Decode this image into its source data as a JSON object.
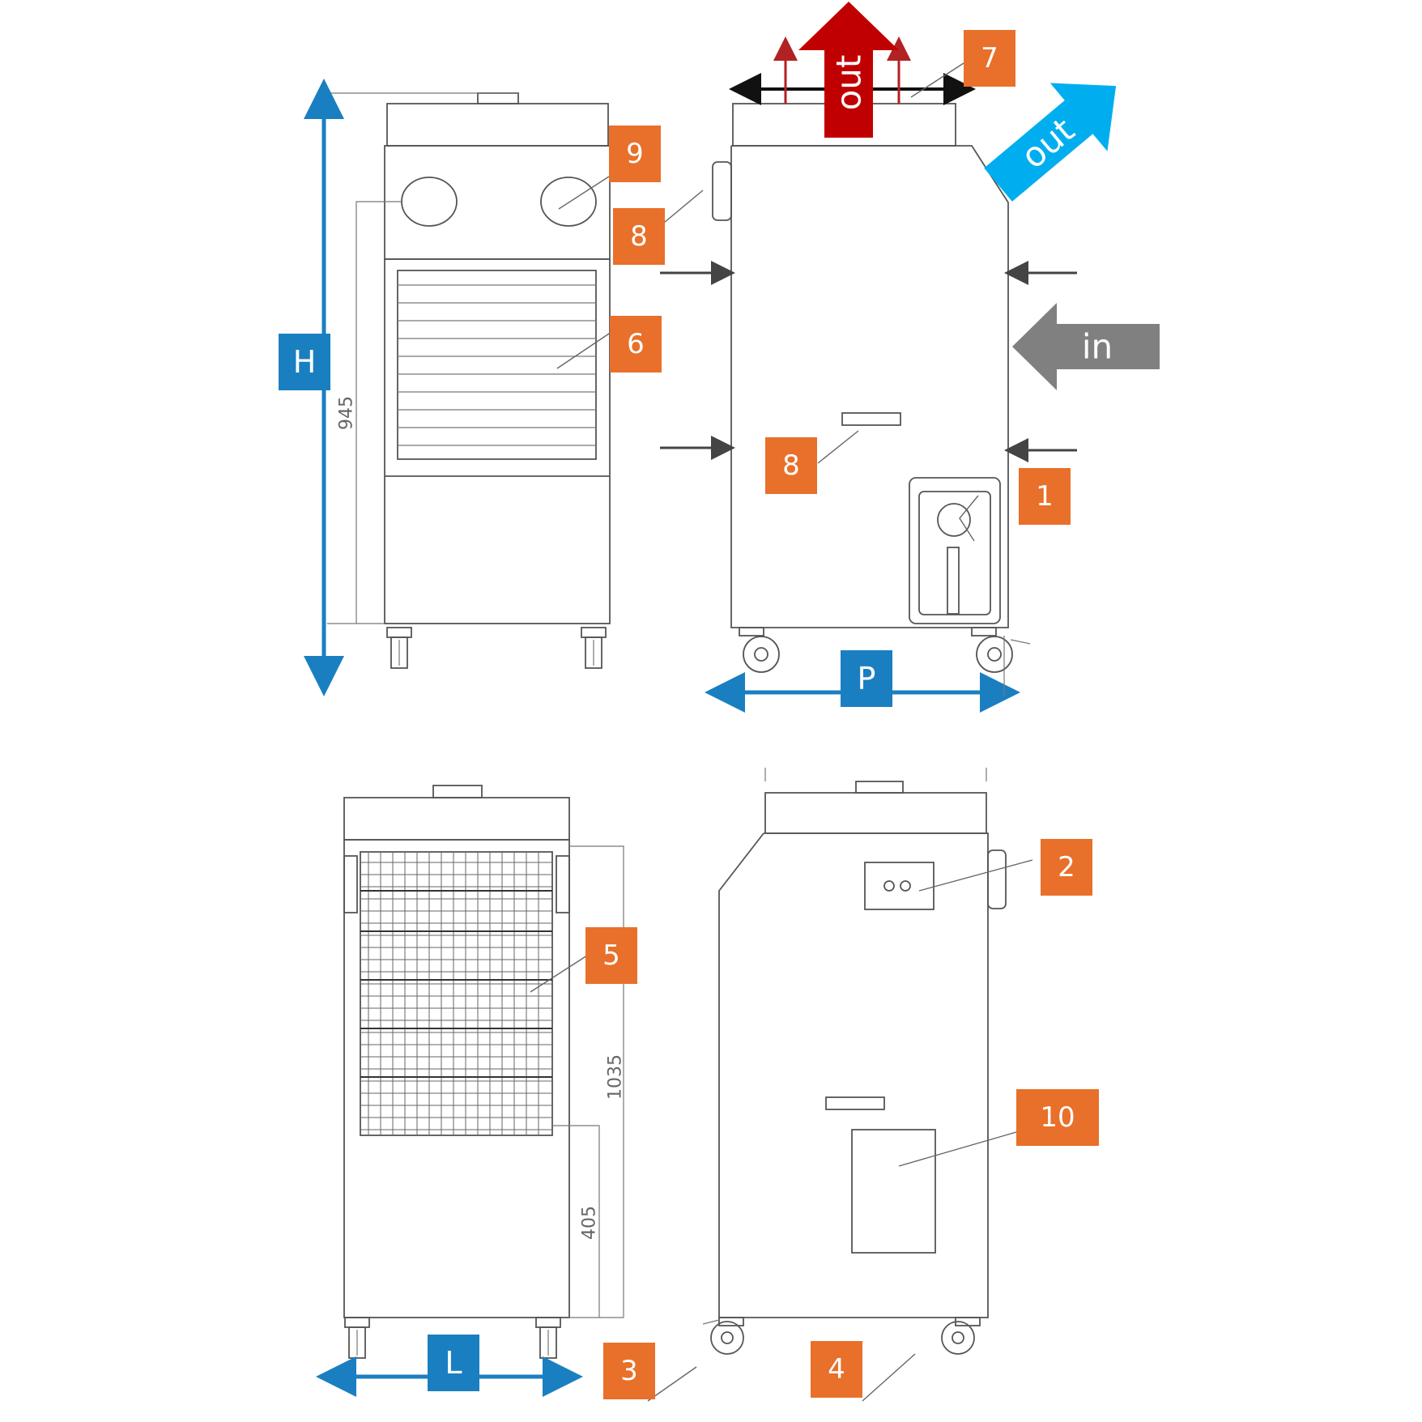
{
  "dimensions": {
    "height_label": "H",
    "depth_label": "P",
    "width_label": "L",
    "measure_945": "945",
    "measure_1035": "1035",
    "measure_405": "405"
  },
  "airflow": {
    "out_top": "out",
    "out_side": "out",
    "in_side": "in"
  },
  "callouts": {
    "c1": "1",
    "c2": "2",
    "c3": "3",
    "c4": "4",
    "c5": "5",
    "c6": "6",
    "c7": "7",
    "c8a": "8",
    "c8b": "8",
    "c9": "9",
    "c10": "10"
  },
  "colors": {
    "callout": "#e8702a",
    "dimension": "#1a7fc1",
    "out_top_arrow": "#c00000",
    "out_side_arrow": "#00aeef",
    "in_arrow": "#808080"
  }
}
